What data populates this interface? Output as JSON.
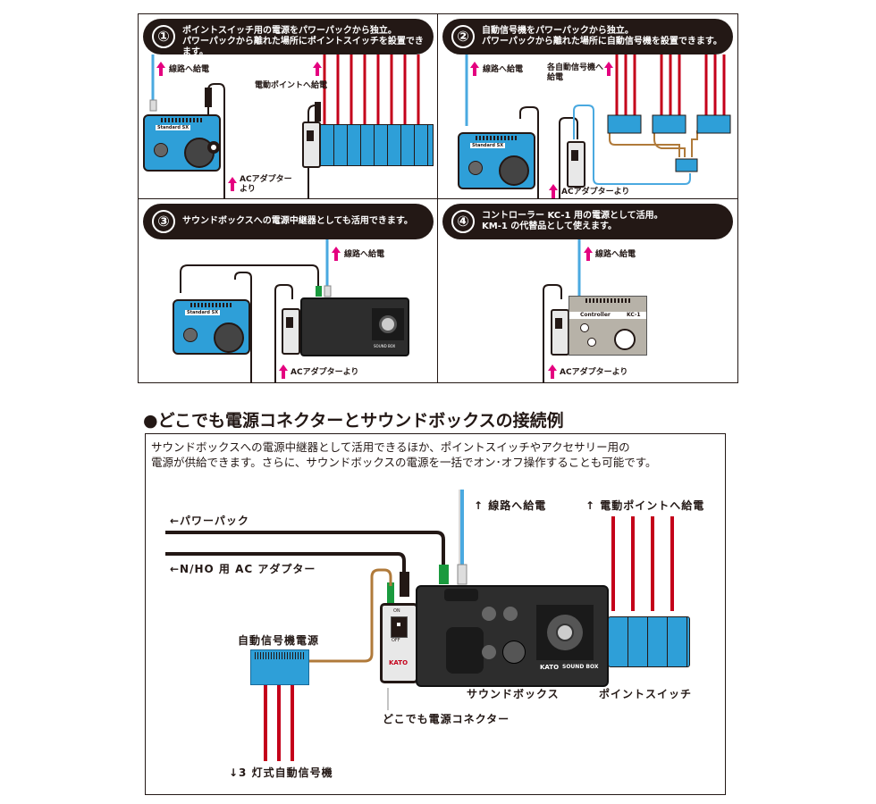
{
  "panels": [
    {
      "number": "①",
      "banner_lines": [
        "ポイントスイッチ用の電源をパワーパックから独立。",
        "パワーパックから離れた場所にポイントスイッチを設置できます。"
      ],
      "labels": {
        "track_feed": "線路へ給電",
        "point_feed": "電動ポイントへ給電",
        "ac_adapter": "ACアダプター",
        "ac_adapter_from": "より"
      }
    },
    {
      "number": "②",
      "banner_lines": [
        "自動信号機をパワーパックから独立。",
        "パワーパックから離れた場所に自動信号機を設置できます。"
      ],
      "labels": {
        "track_feed": "線路へ給電",
        "signal_feed_1": "各自動信号機へ",
        "signal_feed_2": "給電",
        "ac_adapter": "ACアダプターより"
      }
    },
    {
      "number": "③",
      "banner_lines": [
        "サウンドボックスへの電源中継器としても活用できます。"
      ],
      "labels": {
        "track_feed": "線路へ給電",
        "ac_adapter": "ACアダプターより"
      }
    },
    {
      "number": "④",
      "banner_lines": [
        "コントローラー KC-1 用の電源として活用。",
        "KM-1 の代替品として使えます。"
      ],
      "labels": {
        "track_feed": "線路へ給電",
        "ac_adapter": "ACアダプターより"
      }
    }
  ],
  "devices": {
    "powerpack_brand": "Standard SX",
    "controller_brand": "Controller",
    "controller_model": "KC-1",
    "kato": "KATO",
    "soundbox": "SOUND BOX",
    "switch_on": "ON",
    "switch_off": "OFF"
  },
  "section": {
    "title": "●どこでも電源コネクターとサウンドボックスの接続例",
    "description_lines": [
      "サウンドボックスへの電源中継器として活用できるほか、ポイントスイッチやアクセサリー用の",
      "電源が供給できます。さらに、サウンドボックスの電源を一括でオン･オフ操作することも可能です。"
    ],
    "labels": {
      "powerpack": "←パワーパック",
      "ac_adapter": "←N/HO 用 AC アダプター",
      "track_feed": "↑ 線路へ給電",
      "point_feed": "↑ 電動ポイントへ給電",
      "signal_power": "自動信号機電源",
      "three_light_signal": "↓3 灯式自動信号機",
      "sound_box": "サウンドボックス",
      "point_switch": "ポイントスイッチ",
      "connector": "どこでも電源コネクター"
    }
  },
  "colors": {
    "ink": "#231815",
    "magenta": "#e4007f",
    "device_blue": "#2e9fd8",
    "wire_red": "#c4001a",
    "wire_blue": "#4aa9e0",
    "wire_brown": "#b07a3a",
    "connector_green": "#1a9a3e",
    "soundbox_body": "#2d2d2d",
    "controller_gray": "#b7b2a8"
  }
}
